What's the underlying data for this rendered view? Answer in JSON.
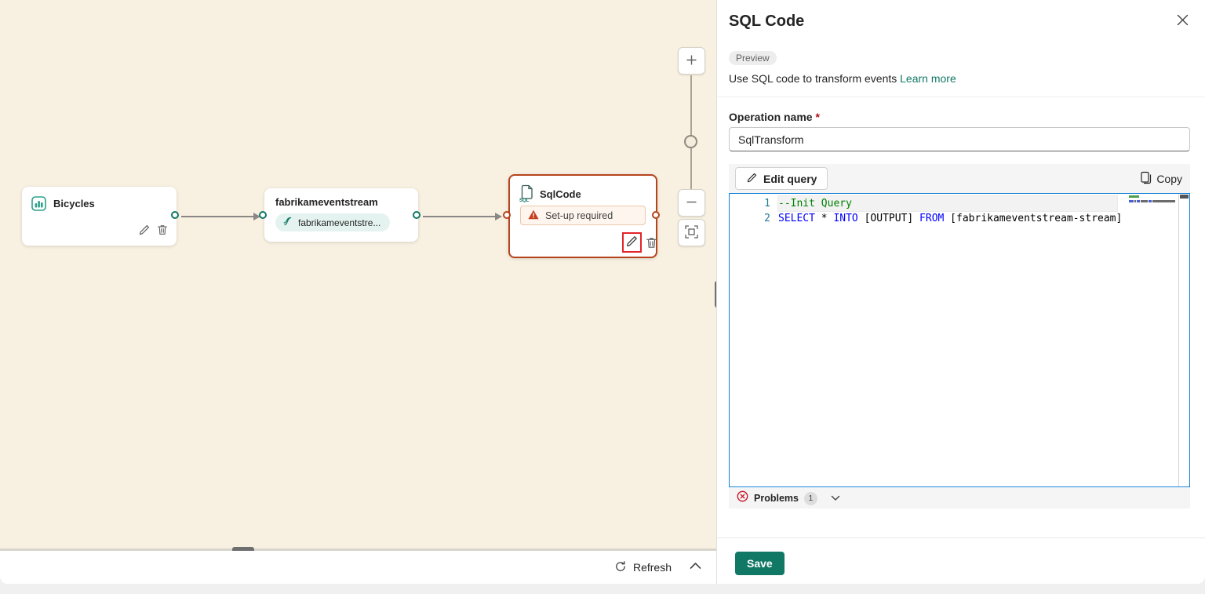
{
  "canvas": {
    "nodes": {
      "bicycles": {
        "title": "Bicycles"
      },
      "eventstream": {
        "title": "fabrikameventstream",
        "badge": "fabrikameventstre..."
      },
      "sqlcode": {
        "title": "SqlCode",
        "warning": "Set-up required"
      }
    },
    "footer": {
      "refresh_label": "Refresh"
    }
  },
  "panel": {
    "title": "SQL Code",
    "preview_badge": "Preview",
    "description": "Use SQL code to transform events",
    "learn_more": "Learn more",
    "operation_name": {
      "label": "Operation name",
      "required_mark": "*",
      "value": "SqlTransform"
    },
    "toolbar": {
      "edit_query": "Edit query",
      "copy": "Copy"
    },
    "editor": {
      "lines": [
        {
          "number": "1",
          "tokens": [
            {
              "text": "--Init Query",
              "type": "comment"
            }
          ]
        },
        {
          "number": "2",
          "tokens": [
            {
              "text": "SELECT",
              "type": "keyword"
            },
            {
              "text": " * ",
              "type": "plain"
            },
            {
              "text": "INTO",
              "type": "keyword"
            },
            {
              "text": " [OUTPUT] ",
              "type": "plain"
            },
            {
              "text": "FROM",
              "type": "keyword"
            },
            {
              "text": " [fabrikameventstream-stream]",
              "type": "plain"
            }
          ]
        }
      ]
    },
    "problems": {
      "label": "Problems",
      "count": "1"
    },
    "save_label": "Save"
  },
  "colors": {
    "accent_teal": "#117865",
    "canvas_bg": "#f8f0e1",
    "node_alert_orange": "#b5441c",
    "warning_fill": "#c43e1c",
    "editor_focus_blue": "#0f7fd8",
    "error_red": "#c50f1f",
    "highlight_red": "#e3242b",
    "keyword_blue": "#0000ff",
    "comment_green": "#008000",
    "line_number": "#237893"
  }
}
